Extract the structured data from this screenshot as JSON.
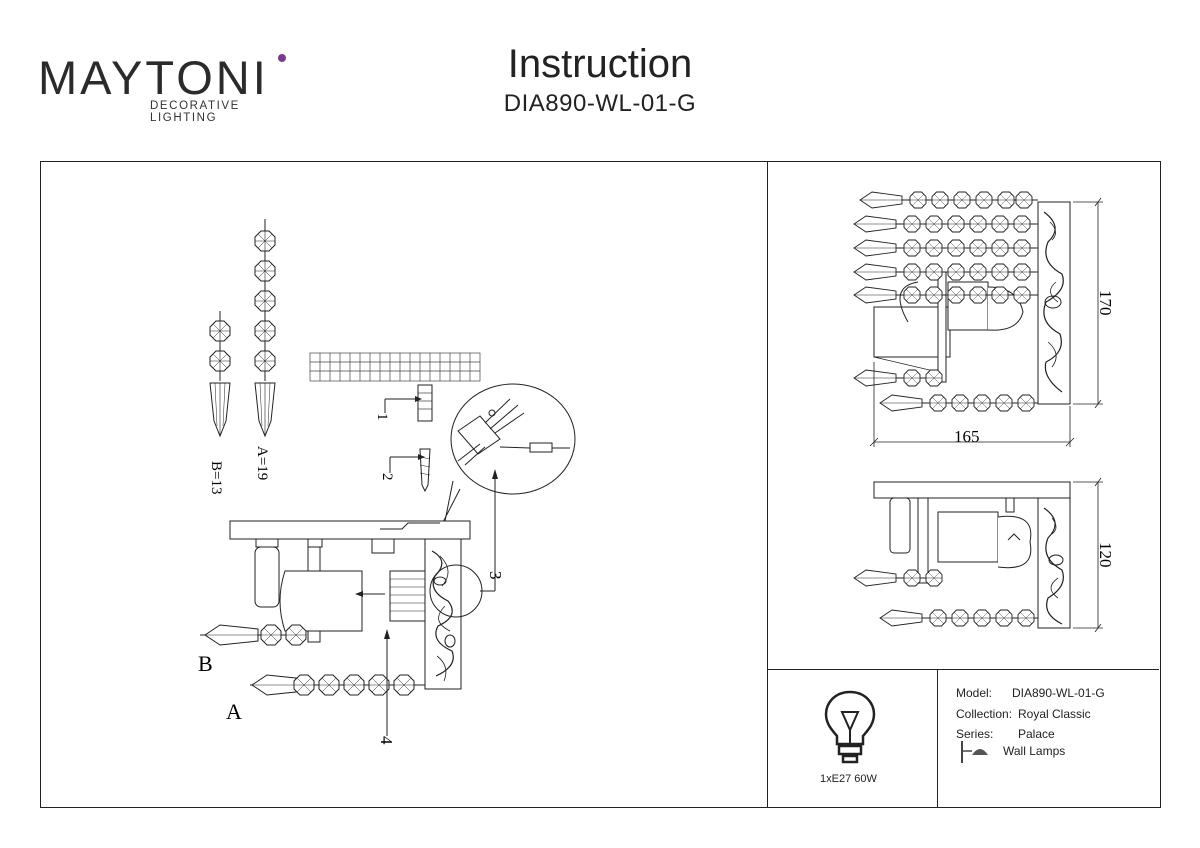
{
  "brand": {
    "name": "MAYTONI",
    "tagline": "DECORATIVE LIGHTING"
  },
  "header": {
    "title": "Instruction",
    "code": "DIA890-WL-01-G"
  },
  "assembly": {
    "pendant_b_label": "B=13",
    "pendant_a_label": "A=19",
    "callout_1": "1",
    "callout_2": "2",
    "callout_3": "3",
    "callout_4": "4",
    "tag_b": "B",
    "tag_a": "A"
  },
  "dimensions": {
    "height": "170",
    "width": "165",
    "depth": "120"
  },
  "spec": {
    "bulb": "1xE27 60W",
    "model_label": "Model:",
    "model_value": "DIA890-WL-01-G",
    "collection_label": "Collection:",
    "collection_value": "Royal Classic",
    "series_label": "Series:",
    "series_value": "Palace",
    "type_value": "Wall Lamps"
  }
}
